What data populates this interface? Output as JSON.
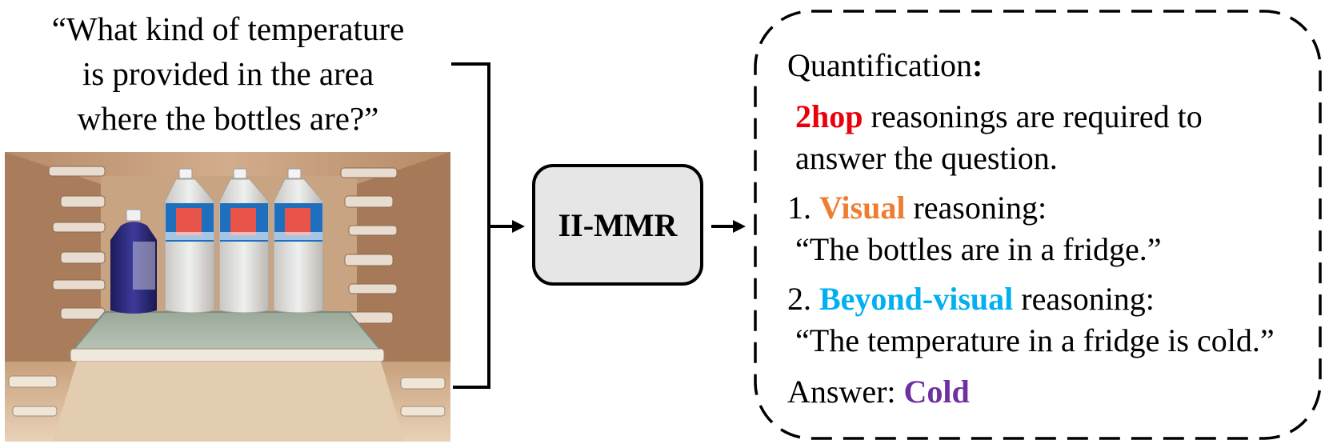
{
  "question": {
    "lines": [
      "“What kind of temperature",
      "is provided in the area",
      "where the bottles are?”"
    ]
  },
  "model": {
    "label": "II-MMR"
  },
  "result": {
    "heading": "Quantification",
    "heading_colon": ":",
    "hop_term": "2hop",
    "hop_rest": " reasonings are required to",
    "hop_line2": "answer the question.",
    "step1_prefix": "1. ",
    "step1_term": "Visual",
    "step1_suffix": " reasoning:",
    "step1_quote": "“The bottles are in a fridge.”",
    "step2_prefix": "2. ",
    "step2_term": "Beyond-visual",
    "step2_suffix": " reasoning:",
    "step2_quote": "“The temperature in a fridge is cold.”",
    "answer_label": "Answer: ",
    "answer_value": "Cold"
  },
  "colors": {
    "hop": "#e8000b",
    "visual": "#ed7d31",
    "beyond_visual": "#00b0f0",
    "answer": "#7030a0",
    "model_fill": "#e6e6e6"
  },
  "icons": {
    "arrow_in": "arrow-right-icon",
    "arrow_out": "arrow-right-icon"
  }
}
